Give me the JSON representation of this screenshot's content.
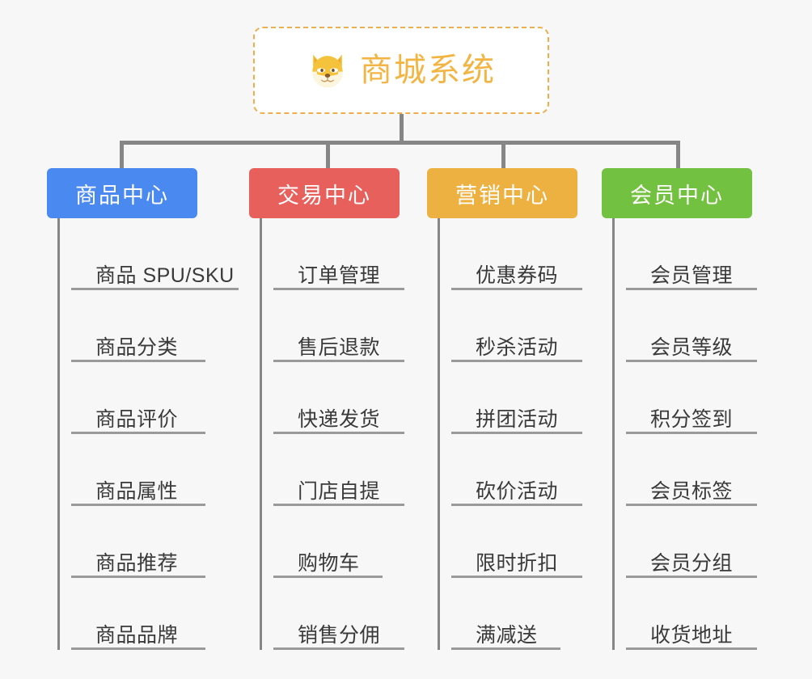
{
  "root": {
    "title": "商城系统",
    "icon": "shiba-dog-icon",
    "border_color": "#f0ad4e",
    "text_color": "#f2b544"
  },
  "canvas": {
    "background": "#f7f7f7",
    "connector_color": "#868686",
    "leaf_line_color": "#9a9a9a",
    "leaf_text_color": "#3a3a3a"
  },
  "columns": [
    {
      "label": "商品中心",
      "color": "#4a89f0",
      "items": [
        {
          "label": "商品 SPU/SKU"
        },
        {
          "label": "商品分类"
        },
        {
          "label": "商品评价"
        },
        {
          "label": "商品属性"
        },
        {
          "label": "商品推荐"
        },
        {
          "label": "商品品牌"
        }
      ]
    },
    {
      "label": "交易中心",
      "color": "#e8605c",
      "items": [
        {
          "label": "订单管理"
        },
        {
          "label": "售后退款"
        },
        {
          "label": "快递发货"
        },
        {
          "label": "门店自提"
        },
        {
          "label": "购物车"
        },
        {
          "label": "销售分佣"
        }
      ]
    },
    {
      "label": "营销中心",
      "color": "#edb142",
      "items": [
        {
          "label": "优惠券码"
        },
        {
          "label": "秒杀活动"
        },
        {
          "label": "拼团活动"
        },
        {
          "label": "砍价活动"
        },
        {
          "label": "限时折扣"
        },
        {
          "label": "满减送"
        }
      ]
    },
    {
      "label": "会员中心",
      "color": "#73c141",
      "items": [
        {
          "label": "会员管理"
        },
        {
          "label": "会员等级"
        },
        {
          "label": "积分签到"
        },
        {
          "label": "会员标签"
        },
        {
          "label": "会员分组"
        },
        {
          "label": "收货地址"
        }
      ]
    }
  ]
}
